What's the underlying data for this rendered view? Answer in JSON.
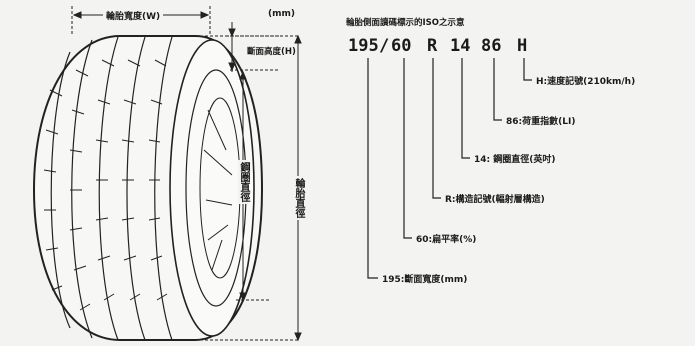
{
  "dimension_labels": {
    "tread_width": "輪胎寬度(W)",
    "unit": "(mm)",
    "sidewall_height": "斷面高度(H)",
    "rim_diameter": "鋼圈直徑",
    "tire_diameter": "輪胎直徑"
  },
  "code_title": "輪胎側面讀碼標示的ISO之示意",
  "code": {
    "width": "195",
    "slash": "/",
    "ratio": "60",
    "construction": "R",
    "rim": "14",
    "load": "86",
    "speed": "H"
  },
  "explanations": {
    "speed": "H:速度記號(210km/h)",
    "load": "86:荷重指數(LI)",
    "rim": "14: 鋼圈直徑(英吋)",
    "construction": "R:構造記號(輻射層構造)",
    "ratio": "60:扁平率(%)",
    "width": "195:斷面寬度(mm)"
  }
}
